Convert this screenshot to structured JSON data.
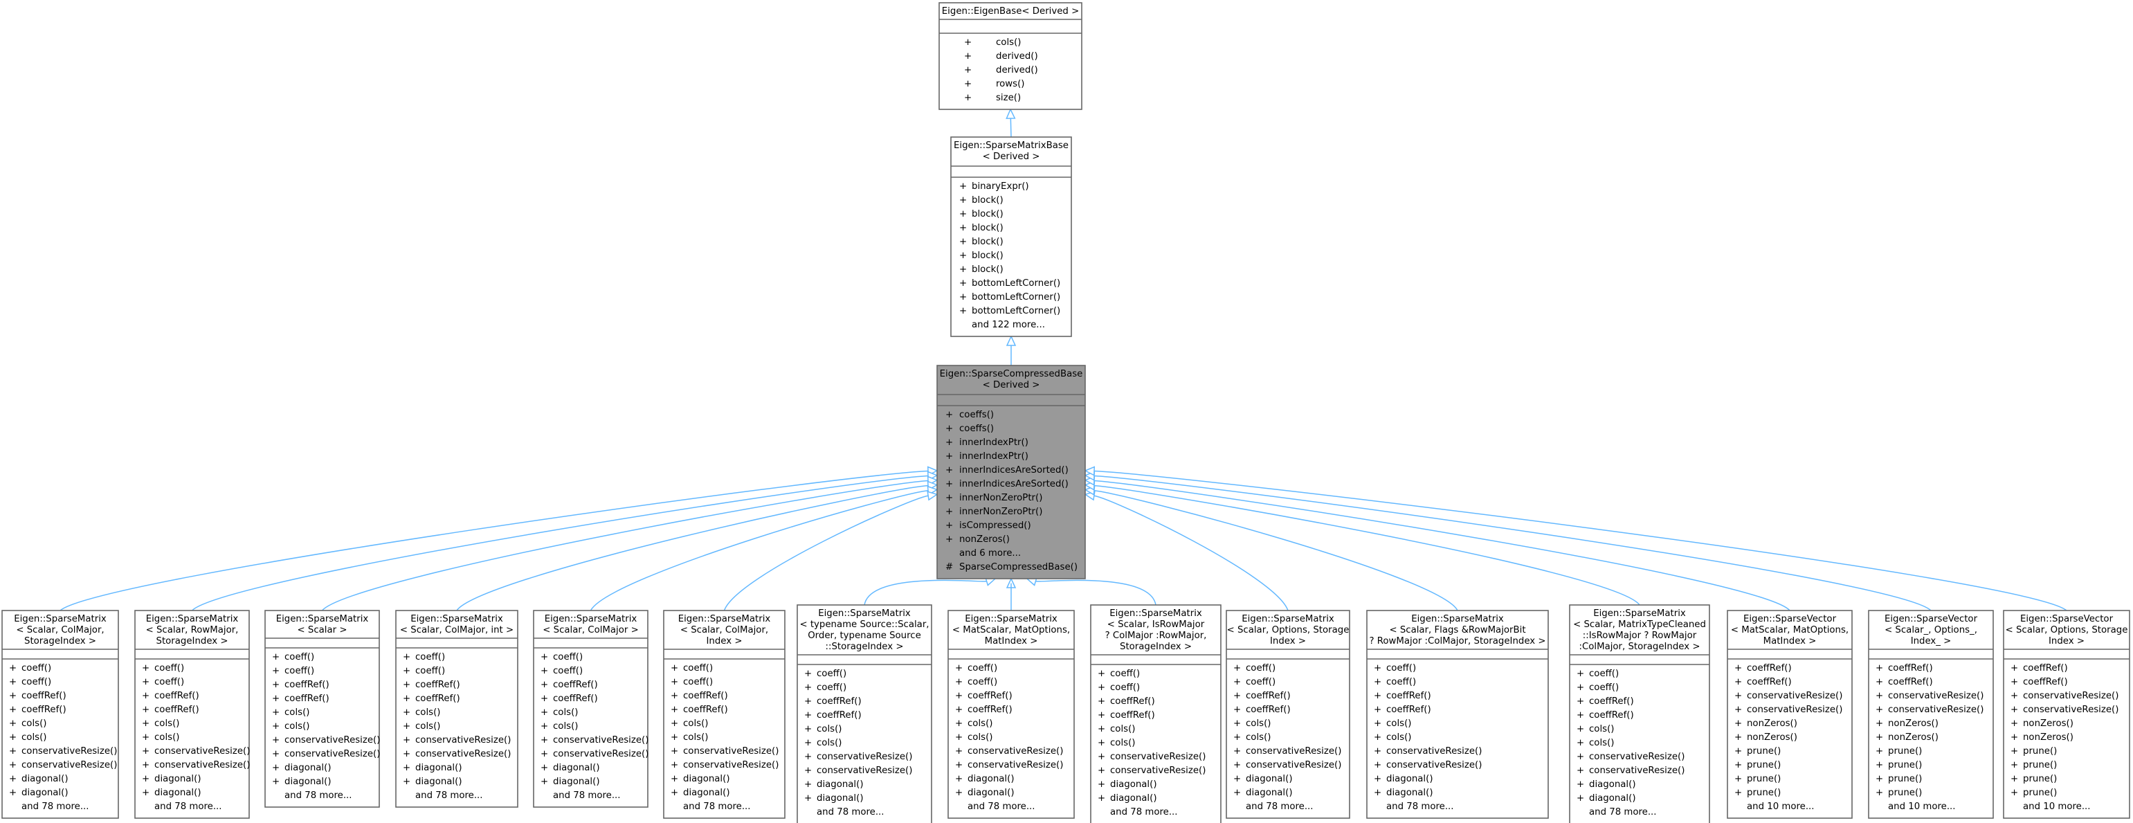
{
  "diagram": {
    "colors": {
      "edge": "#63b8ff",
      "node_border": "#666666",
      "node_fill": "#ffffff",
      "highlight_fill": "#999999",
      "text": "#000000"
    },
    "top_nodes": [
      {
        "id": "eigenbase",
        "title": [
          "Eigen::EigenBase< Derived >"
        ],
        "members": [
          {
            "vis": "+",
            "name": "cols()"
          },
          {
            "vis": "+",
            "name": "derived()"
          },
          {
            "vis": "+",
            "name": "derived()"
          },
          {
            "vis": "+",
            "name": "rows()"
          },
          {
            "vis": "+",
            "name": "size()"
          }
        ]
      },
      {
        "id": "sparsematrixbase",
        "title": [
          "Eigen::SparseMatrixBase",
          "< Derived >"
        ],
        "members": [
          {
            "vis": "+",
            "name": "binaryExpr()"
          },
          {
            "vis": "+",
            "name": "block()"
          },
          {
            "vis": "+",
            "name": "block()"
          },
          {
            "vis": "+",
            "name": "block()"
          },
          {
            "vis": "+",
            "name": "block()"
          },
          {
            "vis": "+",
            "name": "block()"
          },
          {
            "vis": "+",
            "name": "block()"
          },
          {
            "vis": "+",
            "name": "bottomLeftCorner()"
          },
          {
            "vis": "+",
            "name": "bottomLeftCorner()"
          },
          {
            "vis": "+",
            "name": "bottomLeftCorner()"
          }
        ],
        "more": "and 122 more..."
      },
      {
        "id": "sparsecompressedbase",
        "highlight": true,
        "title": [
          "Eigen::SparseCompressedBase",
          "< Derived >"
        ],
        "members": [
          {
            "vis": "+",
            "name": "coeffs()"
          },
          {
            "vis": "+",
            "name": "coeffs()"
          },
          {
            "vis": "+",
            "name": "innerIndexPtr()"
          },
          {
            "vis": "+",
            "name": "innerIndexPtr()"
          },
          {
            "vis": "+",
            "name": "innerIndicesAreSorted()"
          },
          {
            "vis": "+",
            "name": "innerIndicesAreSorted()"
          },
          {
            "vis": "+",
            "name": "innerNonZeroPtr()"
          },
          {
            "vis": "+",
            "name": "innerNonZeroPtr()"
          },
          {
            "vis": "+",
            "name": "isCompressed()"
          },
          {
            "vis": "+",
            "name": "nonZeros()"
          }
        ],
        "more": "and 6 more...",
        "after_more": [
          {
            "vis": "#",
            "name": "SparseCompressedBase()"
          }
        ]
      }
    ],
    "children": [
      {
        "id": "c1",
        "title": [
          "Eigen::SparseMatrix",
          "< Scalar, ColMajor,",
          "StorageIndex >"
        ],
        "members": [
          "coeff()",
          "coeff()",
          "coeffRef()",
          "coeffRef()",
          "cols()",
          "cols()",
          "conservativeResize()",
          "conservativeResize()",
          "diagonal()",
          "diagonal()"
        ],
        "more": "and 78 more..."
      },
      {
        "id": "c2",
        "title": [
          "Eigen::SparseMatrix",
          "< Scalar, RowMajor,",
          "StorageIndex >"
        ],
        "members": [
          "coeff()",
          "coeff()",
          "coeffRef()",
          "coeffRef()",
          "cols()",
          "cols()",
          "conservativeResize()",
          "conservativeResize()",
          "diagonal()",
          "diagonal()"
        ],
        "more": "and 78 more..."
      },
      {
        "id": "c3",
        "title": [
          "Eigen::SparseMatrix",
          "< Scalar >"
        ],
        "members": [
          "coeff()",
          "coeff()",
          "coeffRef()",
          "coeffRef()",
          "cols()",
          "cols()",
          "conservativeResize()",
          "conservativeResize()",
          "diagonal()",
          "diagonal()"
        ],
        "more": "and 78 more..."
      },
      {
        "id": "c4",
        "title": [
          "Eigen::SparseMatrix",
          "< Scalar, ColMajor, int >"
        ],
        "members": [
          "coeff()",
          "coeff()",
          "coeffRef()",
          "coeffRef()",
          "cols()",
          "cols()",
          "conservativeResize()",
          "conservativeResize()",
          "diagonal()",
          "diagonal()"
        ],
        "more": "and 78 more..."
      },
      {
        "id": "c5",
        "title": [
          "Eigen::SparseMatrix",
          "< Scalar, ColMajor >"
        ],
        "members": [
          "coeff()",
          "coeff()",
          "coeffRef()",
          "coeffRef()",
          "cols()",
          "cols()",
          "conservativeResize()",
          "conservativeResize()",
          "diagonal()",
          "diagonal()"
        ],
        "more": "and 78 more..."
      },
      {
        "id": "c6",
        "title": [
          "Eigen::SparseMatrix",
          "< Scalar, ColMajor,",
          "Index >"
        ],
        "members": [
          "coeff()",
          "coeff()",
          "coeffRef()",
          "coeffRef()",
          "cols()",
          "cols()",
          "conservativeResize()",
          "conservativeResize()",
          "diagonal()",
          "diagonal()"
        ],
        "more": "and 78 more..."
      },
      {
        "id": "c7",
        "title": [
          "Eigen::SparseMatrix",
          "< typename Source::Scalar,",
          "Order, typename Source",
          "::StorageIndex >"
        ],
        "members": [
          "coeff()",
          "coeff()",
          "coeffRef()",
          "coeffRef()",
          "cols()",
          "cols()",
          "conservativeResize()",
          "conservativeResize()",
          "diagonal()",
          "diagonal()"
        ],
        "more": "and 78 more..."
      },
      {
        "id": "c8",
        "title": [
          "Eigen::SparseMatrix",
          "< MatScalar, MatOptions,",
          "MatIndex >"
        ],
        "members": [
          "coeff()",
          "coeff()",
          "coeffRef()",
          "coeffRef()",
          "cols()",
          "cols()",
          "conservativeResize()",
          "conservativeResize()",
          "diagonal()",
          "diagonal()"
        ],
        "more": "and 78 more..."
      },
      {
        "id": "c9",
        "title": [
          "Eigen::SparseMatrix",
          "< Scalar, IsRowMajor",
          "? ColMajor :RowMajor,",
          "StorageIndex >"
        ],
        "members": [
          "coeff()",
          "coeff()",
          "coeffRef()",
          "coeffRef()",
          "cols()",
          "cols()",
          "conservativeResize()",
          "conservativeResize()",
          "diagonal()",
          "diagonal()"
        ],
        "more": "and 78 more..."
      },
      {
        "id": "c10",
        "title": [
          "Eigen::SparseMatrix",
          "< Scalar, Options, Storage",
          "Index >"
        ],
        "members": [
          "coeff()",
          "coeff()",
          "coeffRef()",
          "coeffRef()",
          "cols()",
          "cols()",
          "conservativeResize()",
          "conservativeResize()",
          "diagonal()",
          "diagonal()"
        ],
        "more": "and 78 more..."
      },
      {
        "id": "c11",
        "title": [
          "Eigen::SparseMatrix",
          "< Scalar, Flags &RowMajorBit",
          "? RowMajor :ColMajor, StorageIndex >"
        ],
        "members": [
          "coeff()",
          "coeff()",
          "coeffRef()",
          "coeffRef()",
          "cols()",
          "cols()",
          "conservativeResize()",
          "conservativeResize()",
          "diagonal()",
          "diagonal()"
        ],
        "more": "and 78 more..."
      },
      {
        "id": "c12",
        "title": [
          "Eigen::SparseMatrix",
          "< Scalar, MatrixTypeCleaned",
          "::IsRowMajor ? RowMajor",
          ":ColMajor, StorageIndex >"
        ],
        "members": [
          "coeff()",
          "coeff()",
          "coeffRef()",
          "coeffRef()",
          "cols()",
          "cols()",
          "conservativeResize()",
          "conservativeResize()",
          "diagonal()",
          "diagonal()"
        ],
        "more": "and 78 more..."
      },
      {
        "id": "c13",
        "title": [
          "Eigen::SparseVector",
          "< MatScalar, MatOptions,",
          "MatIndex >"
        ],
        "members": [
          "coeffRef()",
          "coeffRef()",
          "conservativeResize()",
          "conservativeResize()",
          "nonZeros()",
          "nonZeros()",
          "prune()",
          "prune()",
          "prune()",
          "prune()"
        ],
        "more": "and 10 more..."
      },
      {
        "id": "c14",
        "title": [
          "Eigen::SparseVector",
          "< Scalar_, Options_,",
          "Index_ >"
        ],
        "members": [
          "coeffRef()",
          "coeffRef()",
          "conservativeResize()",
          "conservativeResize()",
          "nonZeros()",
          "nonZeros()",
          "prune()",
          "prune()",
          "prune()",
          "prune()"
        ],
        "more": "and 10 more..."
      },
      {
        "id": "c15",
        "title": [
          "Eigen::SparseVector",
          "< Scalar, Options, Storage",
          "Index >"
        ],
        "members": [
          "coeffRef()",
          "coeffRef()",
          "conservativeResize()",
          "conservativeResize()",
          "nonZeros()",
          "nonZeros()",
          "prune()",
          "prune()",
          "prune()",
          "prune()"
        ],
        "more": "and 10 more..."
      }
    ]
  }
}
